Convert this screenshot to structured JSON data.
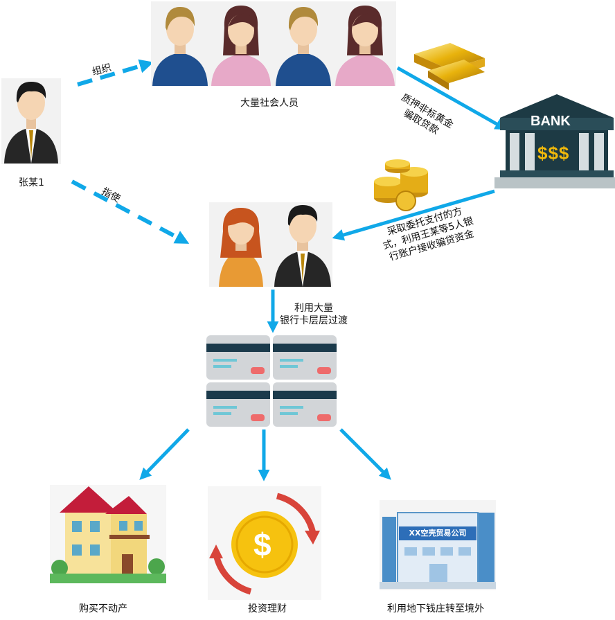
{
  "labels": {
    "boss": "张某1",
    "organize": "组织",
    "instruct": "指使",
    "public": "大量社会人员",
    "pledge_line1": "质押非标黄金",
    "pledge_line2": "骗取贷款",
    "entrust_line1": "采取委托支付的方",
    "entrust_line2": "式，利用王某等5人银",
    "entrust_line3": "行账户接收骗贷资金",
    "cards_line1": "利用大量",
    "cards_line2": "银行卡层层过渡",
    "realestate": "购买不动产",
    "invest": "投资理财",
    "offshore": "利用地下钱庄转至境外"
  },
  "bank": {
    "sign": "BANK",
    "money": "$$$"
  },
  "company_sign": "XX空壳贸易公司",
  "coin_symbol": "$",
  "colors": {
    "arrow": "#10a8e8",
    "blue_shirt": "#1f4f8f",
    "pink_shirt": "#e7a9c8",
    "gold": "#f1b90b"
  }
}
